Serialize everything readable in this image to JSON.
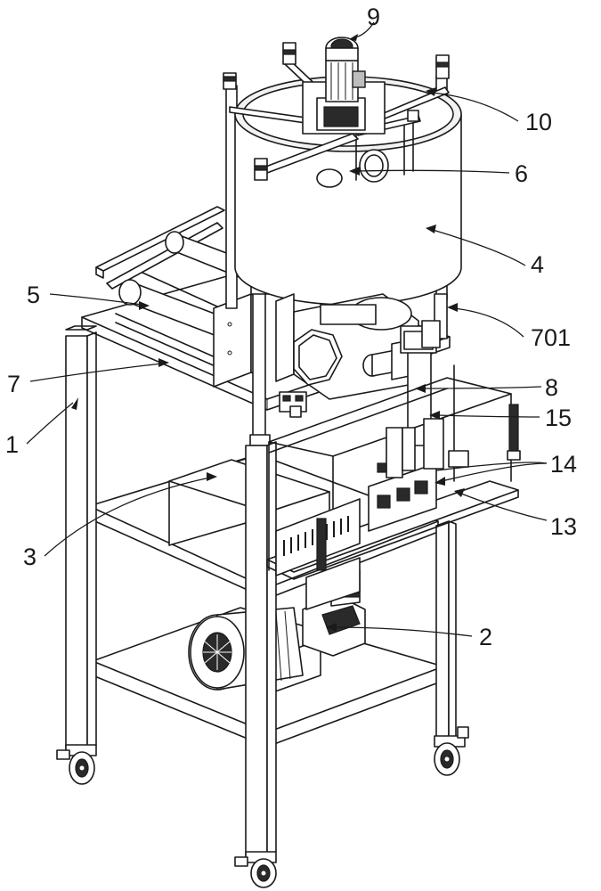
{
  "labels": {
    "l9": "9",
    "l10": "10",
    "l6": "6",
    "l4": "4",
    "l701": "701",
    "l5": "5",
    "l7": "7",
    "l8": "8",
    "l15": "15",
    "l1": "1",
    "l14": "14",
    "l13": "13",
    "l3": "3",
    "l2": "2"
  },
  "colors": {
    "line": "#1a1a1a",
    "background": "#ffffff"
  }
}
